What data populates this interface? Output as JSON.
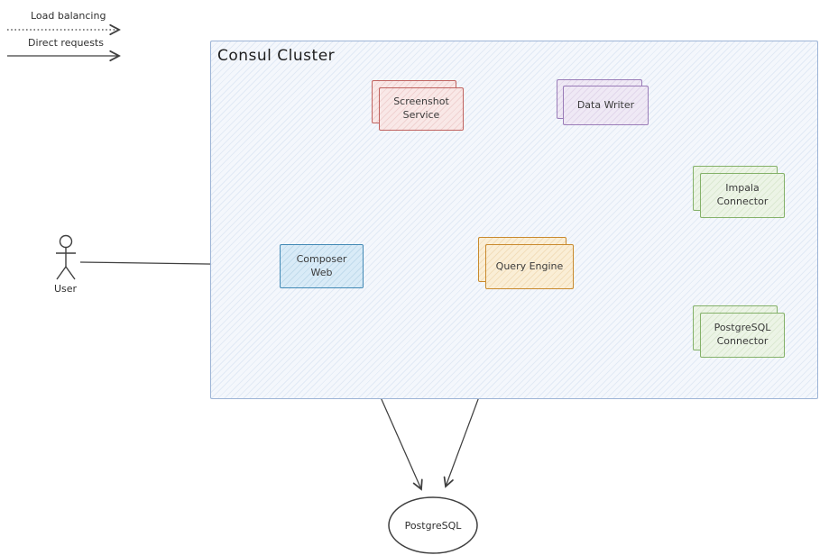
{
  "legend": {
    "items": [
      {
        "label": "Load balancing",
        "style": "dotted"
      },
      {
        "label": "Direct requests",
        "style": "solid"
      }
    ]
  },
  "cluster": {
    "title": "Consul Cluster"
  },
  "nodes": {
    "screenshot_service": {
      "label": "Screenshot Service",
      "border": "#c06360",
      "fill": "#f9e8e7",
      "stacked": true
    },
    "data_writer": {
      "label": "Data Writer",
      "border": "#9a7cb8",
      "fill": "#efe9f5",
      "stacked": true
    },
    "composer_web": {
      "label": "Composer Web",
      "border": "#4289b5",
      "fill": "#d9ebf7",
      "stacked": false
    },
    "query_engine": {
      "label": "Query Engine",
      "border": "#c98a2e",
      "fill": "#faeed6",
      "stacked": true
    },
    "impala_connector": {
      "label": "Impala Connector",
      "border": "#84b169",
      "fill": "#ecf4e6",
      "stacked": true
    },
    "postgresql_connector": {
      "label": "PostgreSQL Connector",
      "border": "#84b169",
      "fill": "#ecf4e6",
      "stacked": true
    }
  },
  "actor": {
    "label": "User"
  },
  "database": {
    "label": "PostgreSQL"
  },
  "edges": [
    {
      "from": "User",
      "to": "Composer Web",
      "type": "direct"
    },
    {
      "from": "Composer Web",
      "to": "Screenshot Service",
      "type": "load-balanced"
    },
    {
      "from": "Composer Web",
      "to": "Data Writer",
      "type": "load-balanced"
    },
    {
      "from": "Composer Web",
      "to": "Query Engine",
      "type": "load-balanced"
    },
    {
      "from": "Query Engine",
      "to": "Impala Connector",
      "type": "load-balanced"
    },
    {
      "from": "Query Engine",
      "to": "PostgreSQL Connector",
      "type": "load-balanced"
    },
    {
      "from": "Composer Web",
      "to": "PostgreSQL",
      "type": "direct"
    },
    {
      "from": "Query Engine",
      "to": "PostgreSQL",
      "type": "direct"
    }
  ],
  "colors": {
    "stroke": "#3f3f3f",
    "cluster_border": "#9db4d6",
    "cluster_fill": "#f4f7fc"
  }
}
